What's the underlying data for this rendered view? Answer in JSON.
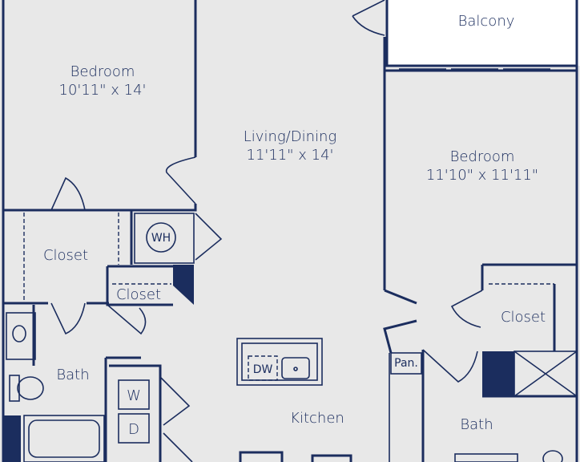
{
  "colors": {
    "wall": "#1b2d5e",
    "floor": "#e8e8e8",
    "balcony": "#ffffff"
  },
  "rooms": {
    "balcony": {
      "name": "Balcony"
    },
    "bedroom_1": {
      "name": "Bedroom",
      "size": "10'11\" x 14'"
    },
    "living_dining": {
      "name": "Living/Dining",
      "size": "11'11\" x 14'"
    },
    "bedroom_2": {
      "name": "Bedroom",
      "size": "11'10\" x 11'11\""
    },
    "closet_1": {
      "name": "Closet"
    },
    "closet_2": {
      "name": "Closet"
    },
    "closet_3": {
      "name": "Closet"
    },
    "bath_1": {
      "name": "Bath"
    },
    "bath_2": {
      "name": "Bath"
    },
    "kitchen": {
      "name": "Kitchen"
    },
    "pantry": {
      "name": "Pan."
    }
  },
  "fixtures": {
    "water_heater": "WH",
    "dishwasher": "DW",
    "washer": "W",
    "dryer": "D"
  }
}
